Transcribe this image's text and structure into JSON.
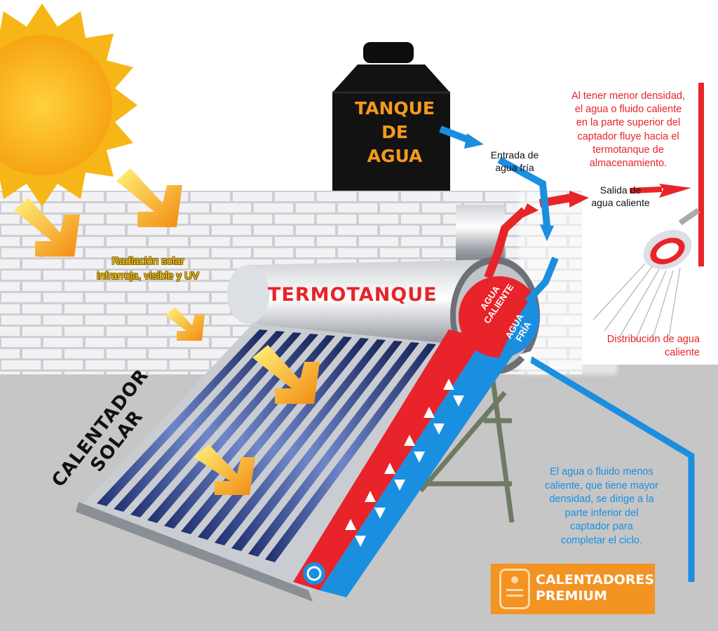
{
  "diagram": {
    "tank_lines": [
      "TANQUE",
      "DE",
      "AGUA"
    ],
    "inlet_label": [
      "Entrada de",
      "agua fría"
    ],
    "outlet_label": [
      "Salida de",
      "agua caliente"
    ],
    "top_note": [
      "Al tener menor densidad,",
      "el agua o fluido caliente",
      "en la parte superior del",
      "captador fluye hacia el",
      "termotanque de",
      "almacenamiento."
    ],
    "radiation_label": [
      "Radiación solar",
      "infrarroja, visible y UV"
    ],
    "termotanque_label": "TERMOTANQUE",
    "hot_water_label": [
      "AGUA",
      "CALIENTE"
    ],
    "cold_water_label": [
      "AGUA",
      "FRÍA"
    ],
    "distribution_label": [
      "Distribución de agua",
      "caliente"
    ],
    "solar_heater_label": [
      "CALENTADOR",
      "SOLAR"
    ],
    "bottom_note": [
      "El agua o fluido menos",
      "caliente, que tiene mayor",
      "densidad, se dirige a la",
      "parte inferior del",
      "captador para",
      "completar el ciclo."
    ],
    "brand": [
      "CALENTADORES",
      "PREMIUM"
    ]
  },
  "colors": {
    "hot": "#e8232a",
    "cold": "#1a8fe0",
    "sun": "#f7b617",
    "brand": "#f39322",
    "tank": "#111111"
  }
}
